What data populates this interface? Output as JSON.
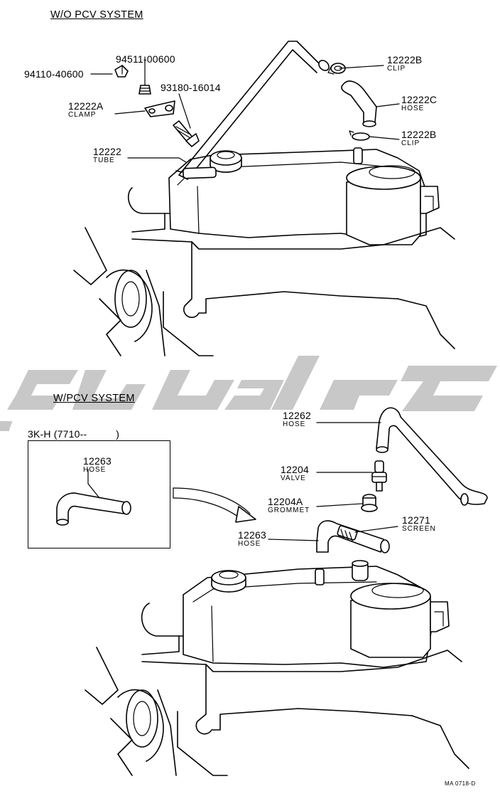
{
  "sections": {
    "top_title": "W/O PCV SYSTEM",
    "bottom_title": "W/PCV SYSTEM",
    "inset_title": "3K-H (7710--          )"
  },
  "parts": {
    "p94511": {
      "number": "94511-00600"
    },
    "p94110": {
      "number": "94110-40600"
    },
    "p93180": {
      "number": "93180-16014"
    },
    "p12222a": {
      "number": "12222A",
      "desc": "CLAMP"
    },
    "p12222": {
      "number": "12222",
      "desc": "TUBE"
    },
    "p12222b_top": {
      "number": "12222B",
      "desc": "CLIP"
    },
    "p12222c": {
      "number": "12222C",
      "desc": "HOSE"
    },
    "p12222b_low": {
      "number": "12222B",
      "desc": "CLIP"
    },
    "p12263_inset": {
      "number": "12263",
      "desc": "HOSE"
    },
    "p12262": {
      "number": "12262",
      "desc": "HOSE"
    },
    "p12204": {
      "number": "12204",
      "desc": "VALVE"
    },
    "p12204a": {
      "number": "12204A",
      "desc": "GROMMET"
    },
    "p12271": {
      "number": "12271",
      "desc": "SCREEN"
    },
    "p12263": {
      "number": "12263",
      "desc": "HOSE"
    }
  },
  "watermark": {
    "color": "#c8c8c8"
  },
  "footer": {
    "code": "MA 0718-D"
  }
}
